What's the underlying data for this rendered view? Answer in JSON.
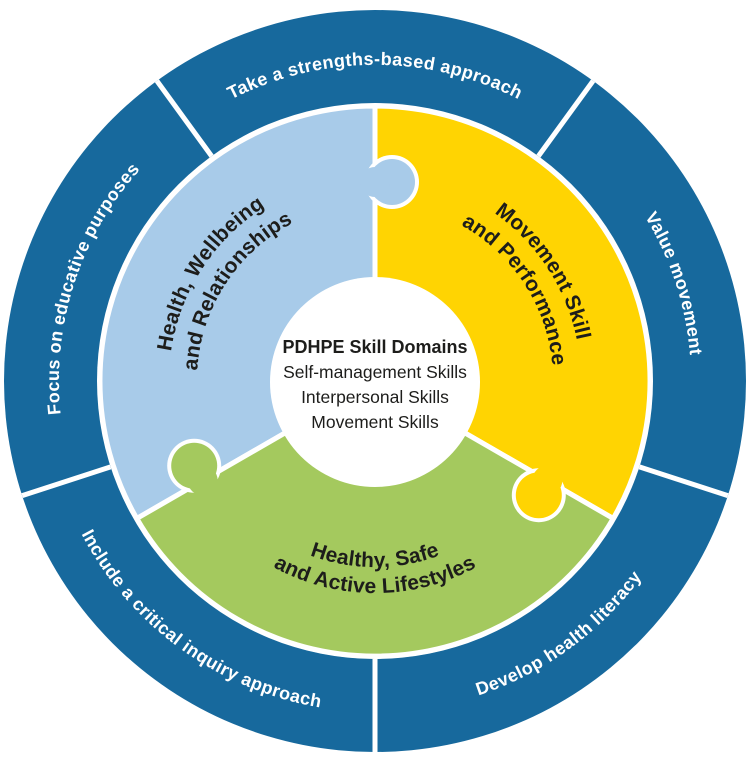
{
  "colors": {
    "ring": "#17699d",
    "blue": "#a8cbe9",
    "yellow": "#ffd402",
    "green": "#a4c95e",
    "white": "#ffffff",
    "dark_text": "#1d1d1b"
  },
  "outer_ring": {
    "labels": [
      {
        "id": "take",
        "text": "Take a strengths-based approach"
      },
      {
        "id": "value",
        "text": "Value movement"
      },
      {
        "id": "develop",
        "text": "Develop health literacy"
      },
      {
        "id": "include",
        "text": "Include a critical inquiry approach"
      },
      {
        "id": "focus",
        "text": "Focus on educative purposes"
      }
    ]
  },
  "strands": [
    {
      "name": "Health, Wellbeing and Relationships",
      "line1": "Health, Wellbeing",
      "line2": "and Relationships"
    },
    {
      "name": "Movement Skill and Performance",
      "line1": "Movement Skill",
      "line2": "and Performance"
    },
    {
      "name": "Healthy, Safe and Active Lifestyles",
      "line1": "Healthy, Safe",
      "line2": "and Active Lifestyles"
    }
  ],
  "center": {
    "heading": "PDHPE Skill Domains",
    "skills": [
      "Self-management Skills",
      "Interpersonal Skills",
      "Movement Skills"
    ]
  }
}
